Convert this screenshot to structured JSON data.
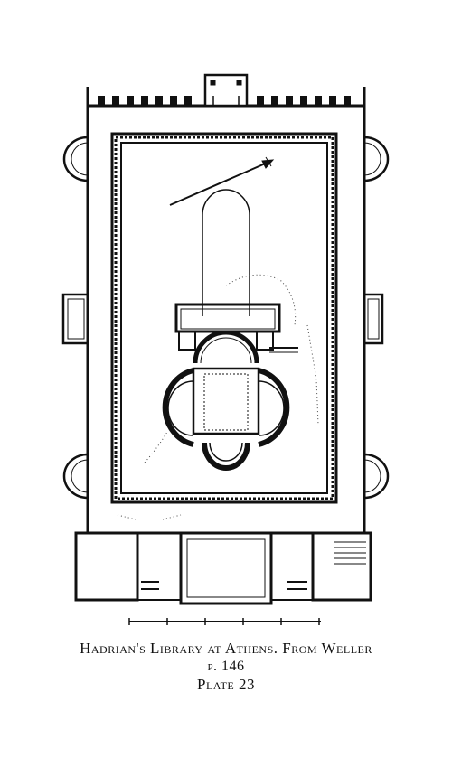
{
  "caption": {
    "title": "Hadrian's Library at Athens. From Weller",
    "page": "p. 146",
    "plate": "Plate 23"
  },
  "colors": {
    "ink": "#111111",
    "paper": "#ffffff"
  }
}
